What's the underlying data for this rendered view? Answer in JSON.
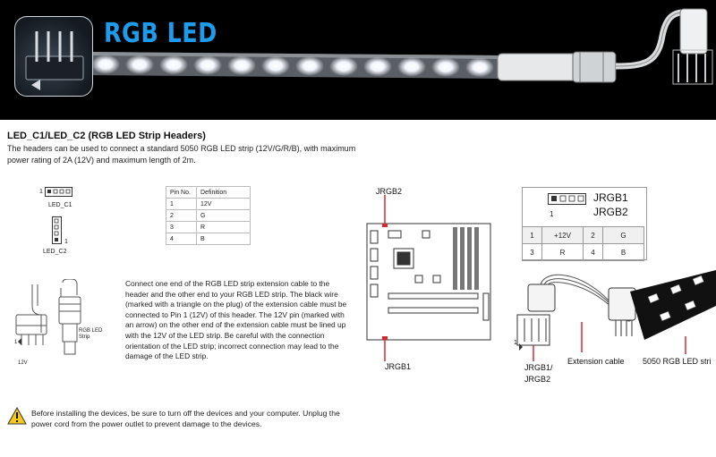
{
  "banner": {
    "title": "RGB LED"
  },
  "section": {
    "title": "LED_C1/LED_C2 (RGB LED Strip Headers)",
    "intro": "The headers can be used to connect a standard 5050 RGB LED strip (12V/G/R/B), with maximum power rating of 2A (12V) and maximum length of 2m."
  },
  "headers": {
    "c1_pin": "1",
    "c1_label": "LED_C1",
    "c2_pin": "1",
    "c2_label": "LED_C2"
  },
  "pin_table": {
    "headers": [
      "Pin No.",
      "Definition"
    ],
    "rows": [
      [
        "1",
        "12V"
      ],
      [
        "2",
        "G"
      ],
      [
        "3",
        "R"
      ],
      [
        "4",
        "B"
      ]
    ]
  },
  "plug_diagram": {
    "one": "1",
    "voltage": "12V",
    "strip_label_1": "RGB LED",
    "strip_label_2": "Strip"
  },
  "description": "Connect one end of the RGB LED strip extension cable to the header and the other end to your RGB LED strip. The black wire (marked with a triangle on the plug) of the extension cable must be connected to Pin 1 (12V) of this header. The 12V pin (marked with an arrow) on the other end of the extension cable must be lined up with the 12V of the LED strip. Be careful with the connection orientation of the LED strip; incorrect connection may lead to the damage of the LED strip.",
  "board": {
    "top_label": "JRGB2",
    "bottom_label": "JRGB1"
  },
  "rgb_box": {
    "name1": "JRGB1",
    "name2": "JRGB2",
    "one": "1",
    "grid": [
      [
        "1",
        "+12V",
        "2",
        "G"
      ],
      [
        "3",
        "R",
        "4",
        "B"
      ]
    ]
  },
  "cable": {
    "one": "1",
    "header_label_1": "JRGB1/",
    "header_label_2": "JRGB2",
    "extension": "Extension cable",
    "strip": "5050 RGB LED stri"
  },
  "warning": {
    "text": "Before installing the devices, be sure to turn off the devices and your computer. Unplug the power cord from the power outlet to prevent damage to the devices."
  },
  "colors": {
    "title_blue": "#1e9bea",
    "red_marker": "#d7282f",
    "banner_bg": "#000000"
  },
  "icons": [
    "rgb-header-icon",
    "led-strip-graphic",
    "warning-icon"
  ]
}
